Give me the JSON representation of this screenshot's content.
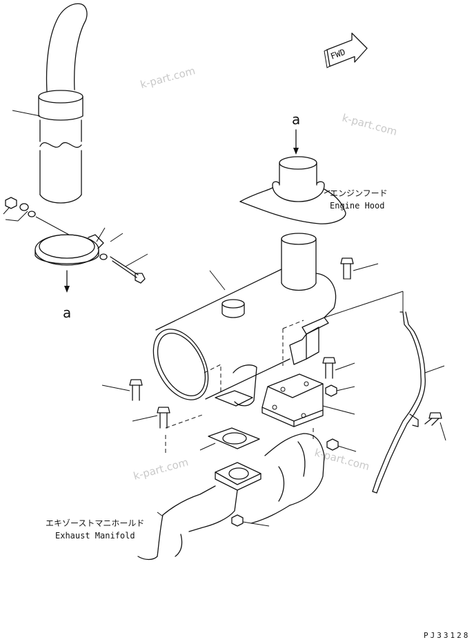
{
  "watermark": "k-part.com",
  "fwd_label": "FWD",
  "view_marker": "a",
  "engine_hood": {
    "jp": "エンジンフード",
    "en": "Engine Hood"
  },
  "exhaust_manifold": {
    "jp": "エキゾーストマニホールド",
    "en": "Exhaust Manifold"
  },
  "drawing_code": "PJ33128"
}
